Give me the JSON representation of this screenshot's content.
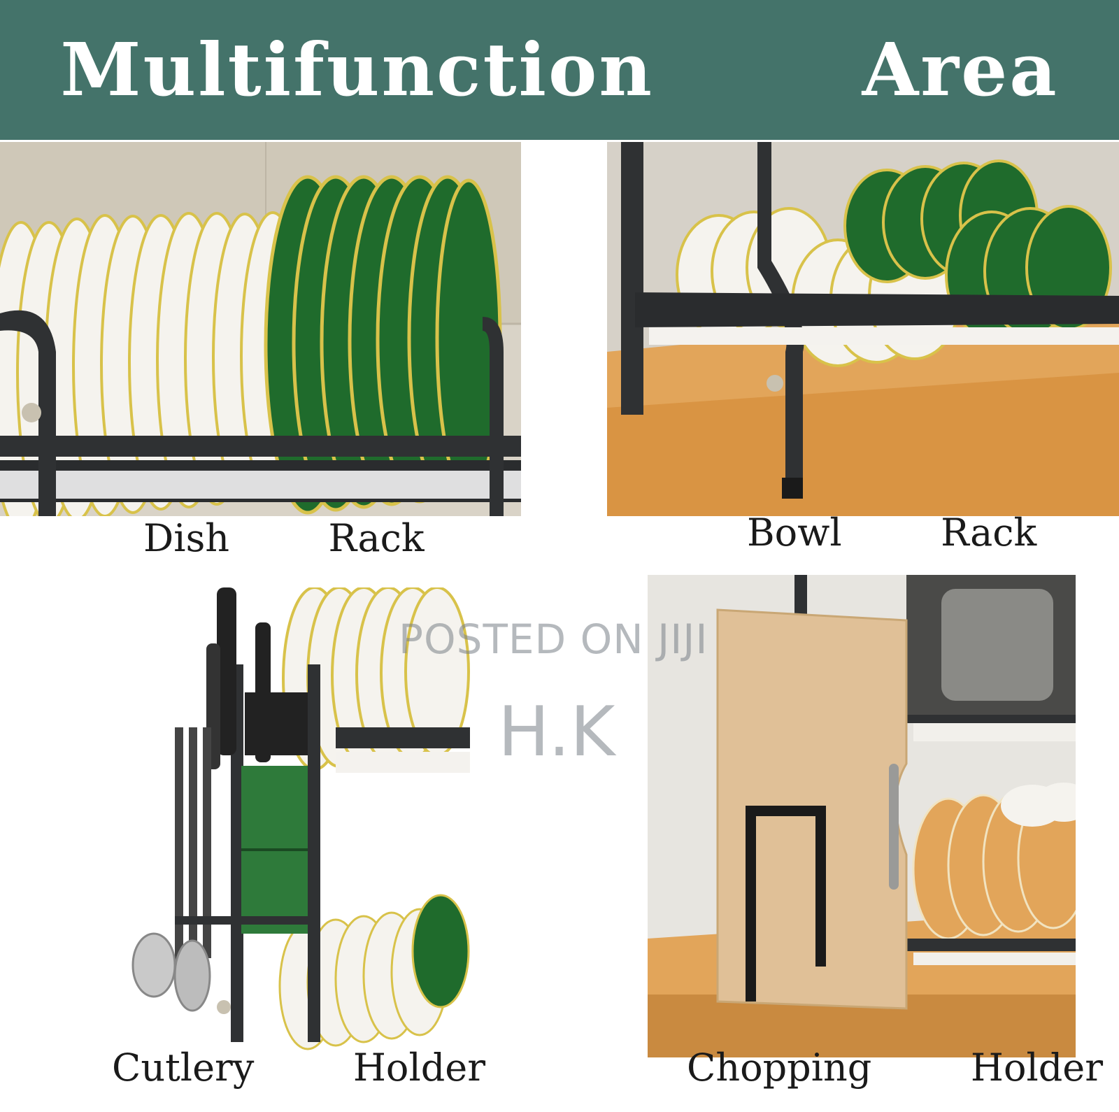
{
  "banner": {
    "title": "Multifunction   Area",
    "color": "#44736a"
  },
  "panels": [
    {
      "caption": "Dish   Rack"
    },
    {
      "caption": "Bowl   Rack"
    },
    {
      "caption": "Cutlery   Holder"
    },
    {
      "caption": "Chopping   Holder"
    }
  ],
  "watermark": {
    "line1": "POSTED ON JIJI",
    "line2": "H.K"
  },
  "colors": {
    "plate_green": "#1f6b2c",
    "plate_rim": "#d8c24a",
    "frame": "#2f3133",
    "wood": "#e2a55a"
  }
}
